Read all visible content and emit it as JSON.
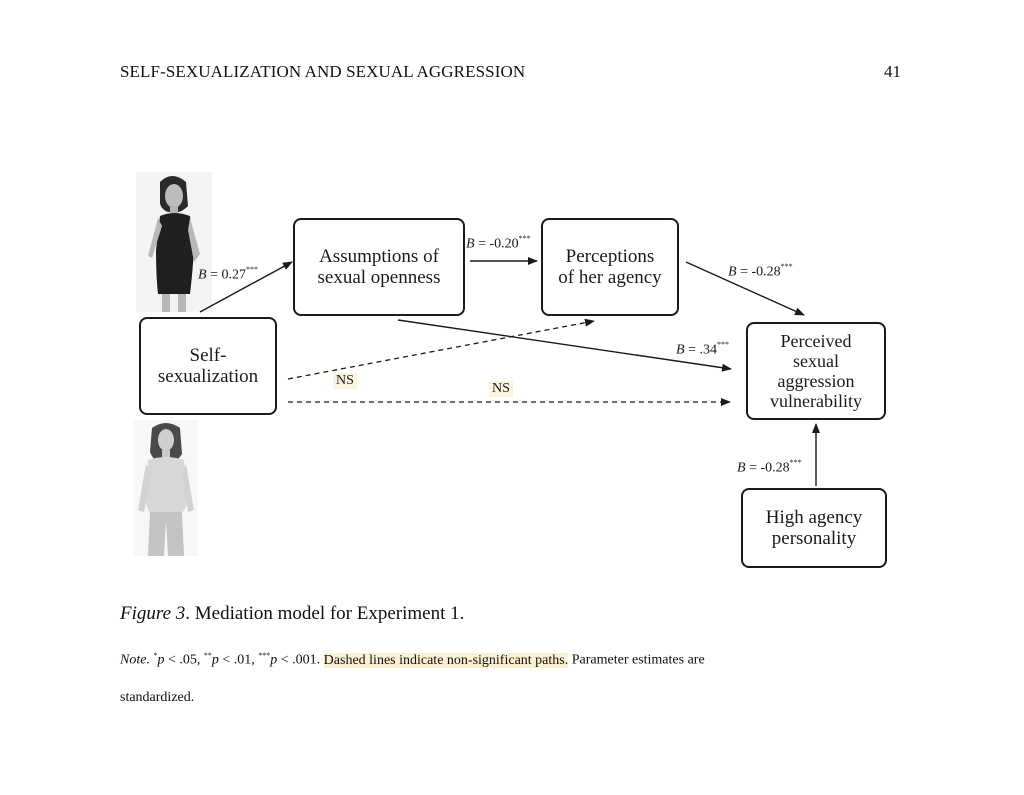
{
  "header": {
    "running_head": "SELF-SEXUALIZATION AND SEXUAL AGGRESSION",
    "page_number": "41"
  },
  "diagram": {
    "nodes": {
      "self_sexualization": "Self-\nsexualization",
      "assumptions": "Assumptions of\nsexual openness",
      "perceptions": "Perceptions\nof her agency",
      "vulnerability": "Perceived\nsexual\naggression\nvulnerability",
      "high_agency": "High agency\npersonality"
    },
    "paths": {
      "self_to_assumptions": {
        "label": "B",
        "value": " = 0.27",
        "stars": "***"
      },
      "assumptions_to_perceptions": {
        "label": "B",
        "value": " = -0.20",
        "stars": "***"
      },
      "perceptions_to_vulnerability": {
        "label": "B",
        "value": " = -0.28",
        "stars": "***"
      },
      "assumptions_to_vulnerability": {
        "label": "B",
        "value": " = .34",
        "stars": "***"
      },
      "high_agency_to_vulnerability": {
        "label": "B",
        "value": " = -0.28",
        "stars": "***"
      },
      "self_to_perceptions": {
        "label": "NS"
      },
      "self_to_vulnerability": {
        "label": "NS"
      }
    }
  },
  "caption": {
    "figure_label": "Figure 3",
    "figure_text": ". Mediation model for Experiment 1."
  },
  "note": {
    "label": "Note.",
    "s1": "*",
    "t1": "p",
    "t2": " < .05, ",
    "s2": "**",
    "t3": "p",
    "t4": " < .01, ",
    "s3": "***",
    "t5": "p",
    "t6": " < .001. ",
    "highlighted": "Dashed lines indicate non-significant paths.",
    "rest": " Parameter estimates are",
    "continued": "standardized."
  }
}
